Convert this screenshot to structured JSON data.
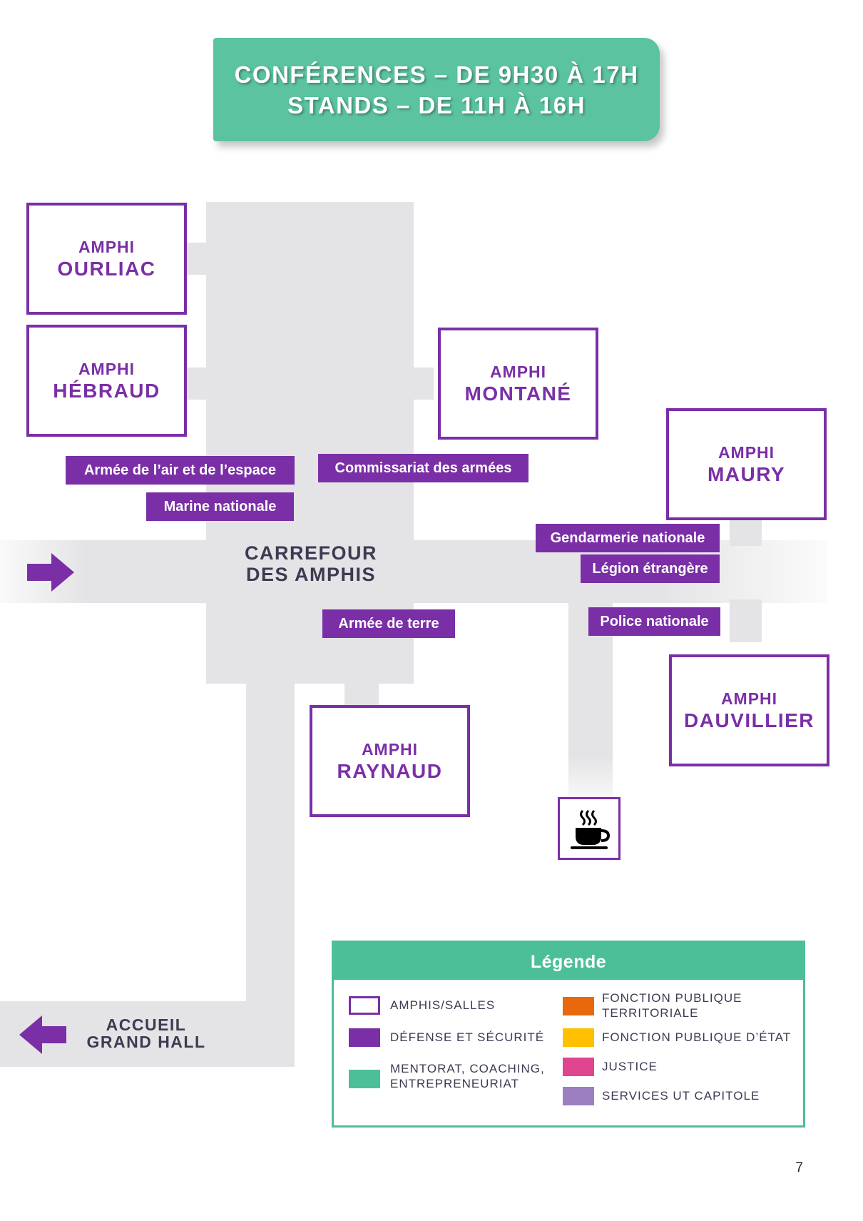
{
  "header": {
    "line1": "CONFÉRENCES – DE 9H30 À 17H",
    "line2": "STANDS – DE 11H À 16H"
  },
  "rooms": {
    "ourliac": {
      "line1": "AMPHI",
      "line2": "OURLIAC"
    },
    "hebraud": {
      "line1": "AMPHI",
      "line2": "HÉBRAUD"
    },
    "montane": {
      "line1": "AMPHI",
      "line2": "MONTANÉ"
    },
    "maury": {
      "line1": "AMPHI",
      "line2": "MAURY"
    },
    "dauvillier": {
      "line1": "AMPHI",
      "line2": "DAUVILLIER"
    },
    "raynaud": {
      "line1": "AMPHI",
      "line2": "RAYNAUD"
    }
  },
  "stands": {
    "armee_air": "Armée de l’air et de l’espace",
    "marine": "Marine nationale",
    "commissariat": "Commissariat des armées",
    "gendarmerie": "Gendarmerie nationale",
    "legion": "Légion étrangère",
    "police": "Police nationale",
    "armee_terre": "Armée de terre"
  },
  "areas": {
    "carrefour_line1": "CARREFOUR",
    "carrefour_line2": "DES AMPHIS",
    "accueil_line1": "ACCUEIL",
    "accueil_line2": "GRAND HALL"
  },
  "icons": {
    "entrance": "arrow-right-icon",
    "exit": "arrow-left-icon",
    "cafe": "coffee-cup-icon"
  },
  "legend": {
    "title": "Légende",
    "items": [
      {
        "label": "AMPHIS/SALLES",
        "color": "#ffffff",
        "outline": "#7a2fa6"
      },
      {
        "label": "DÉFENSE ET SÉCURITÉ",
        "color": "#7a2fa6"
      },
      {
        "label": "MENTORAT, COACHING, ENTREPRENEURIAT",
        "color": "#4dbf98"
      },
      {
        "label": "FONCTION PUBLIQUE TERRITORIALE",
        "color": "#e8680c"
      },
      {
        "label": "FONCTION PUBLIQUE D’ÉTAT",
        "color": "#ffc000"
      },
      {
        "label": "JUSTICE",
        "color": "#e0458f"
      },
      {
        "label": "SERVICES UT CAPITOLE",
        "color": "#9b7fbf"
      }
    ]
  },
  "page_number": "7"
}
